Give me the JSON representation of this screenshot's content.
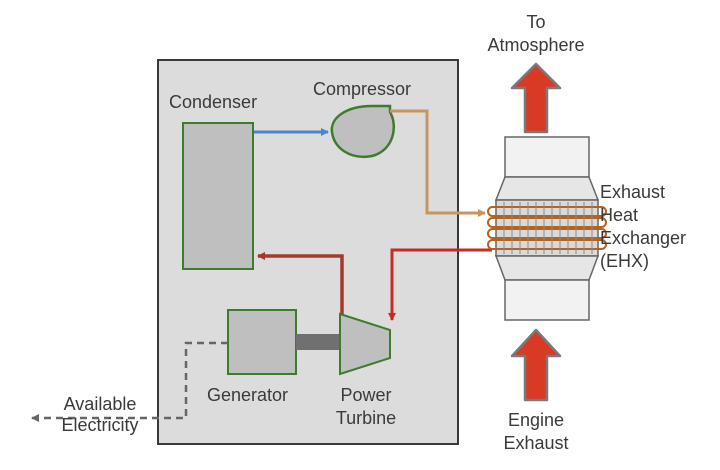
{
  "labels": {
    "condenser": "Condenser",
    "compressor": "Compressor",
    "generator": "Generator",
    "power_turbine": [
      "Power",
      "Turbine"
    ],
    "available_electricity": [
      "Available",
      "Electricity"
    ],
    "to_atmosphere": [
      "To",
      "Atmosphere"
    ],
    "ehx": [
      "Exhaust",
      "Heat",
      "Exchanger",
      "(EHX)"
    ],
    "engine_exhaust": [
      "Engine",
      "Exhaust"
    ]
  },
  "colors": {
    "system_fill": "#dcdcdc",
    "component_fill": "#bfbfbf",
    "component_border": "#3e7b2e",
    "cold_flow": "#4a86c8",
    "warm_flow": "#c79560",
    "hot_flow": "#cc2a1f",
    "turbine_exit_flow": "#a43a2a",
    "exhaust_arrow": "#d83a26",
    "exhaust_arrow_border": "#7a7a7a",
    "coil": "#b5621e",
    "electric_line": "#666666"
  }
}
